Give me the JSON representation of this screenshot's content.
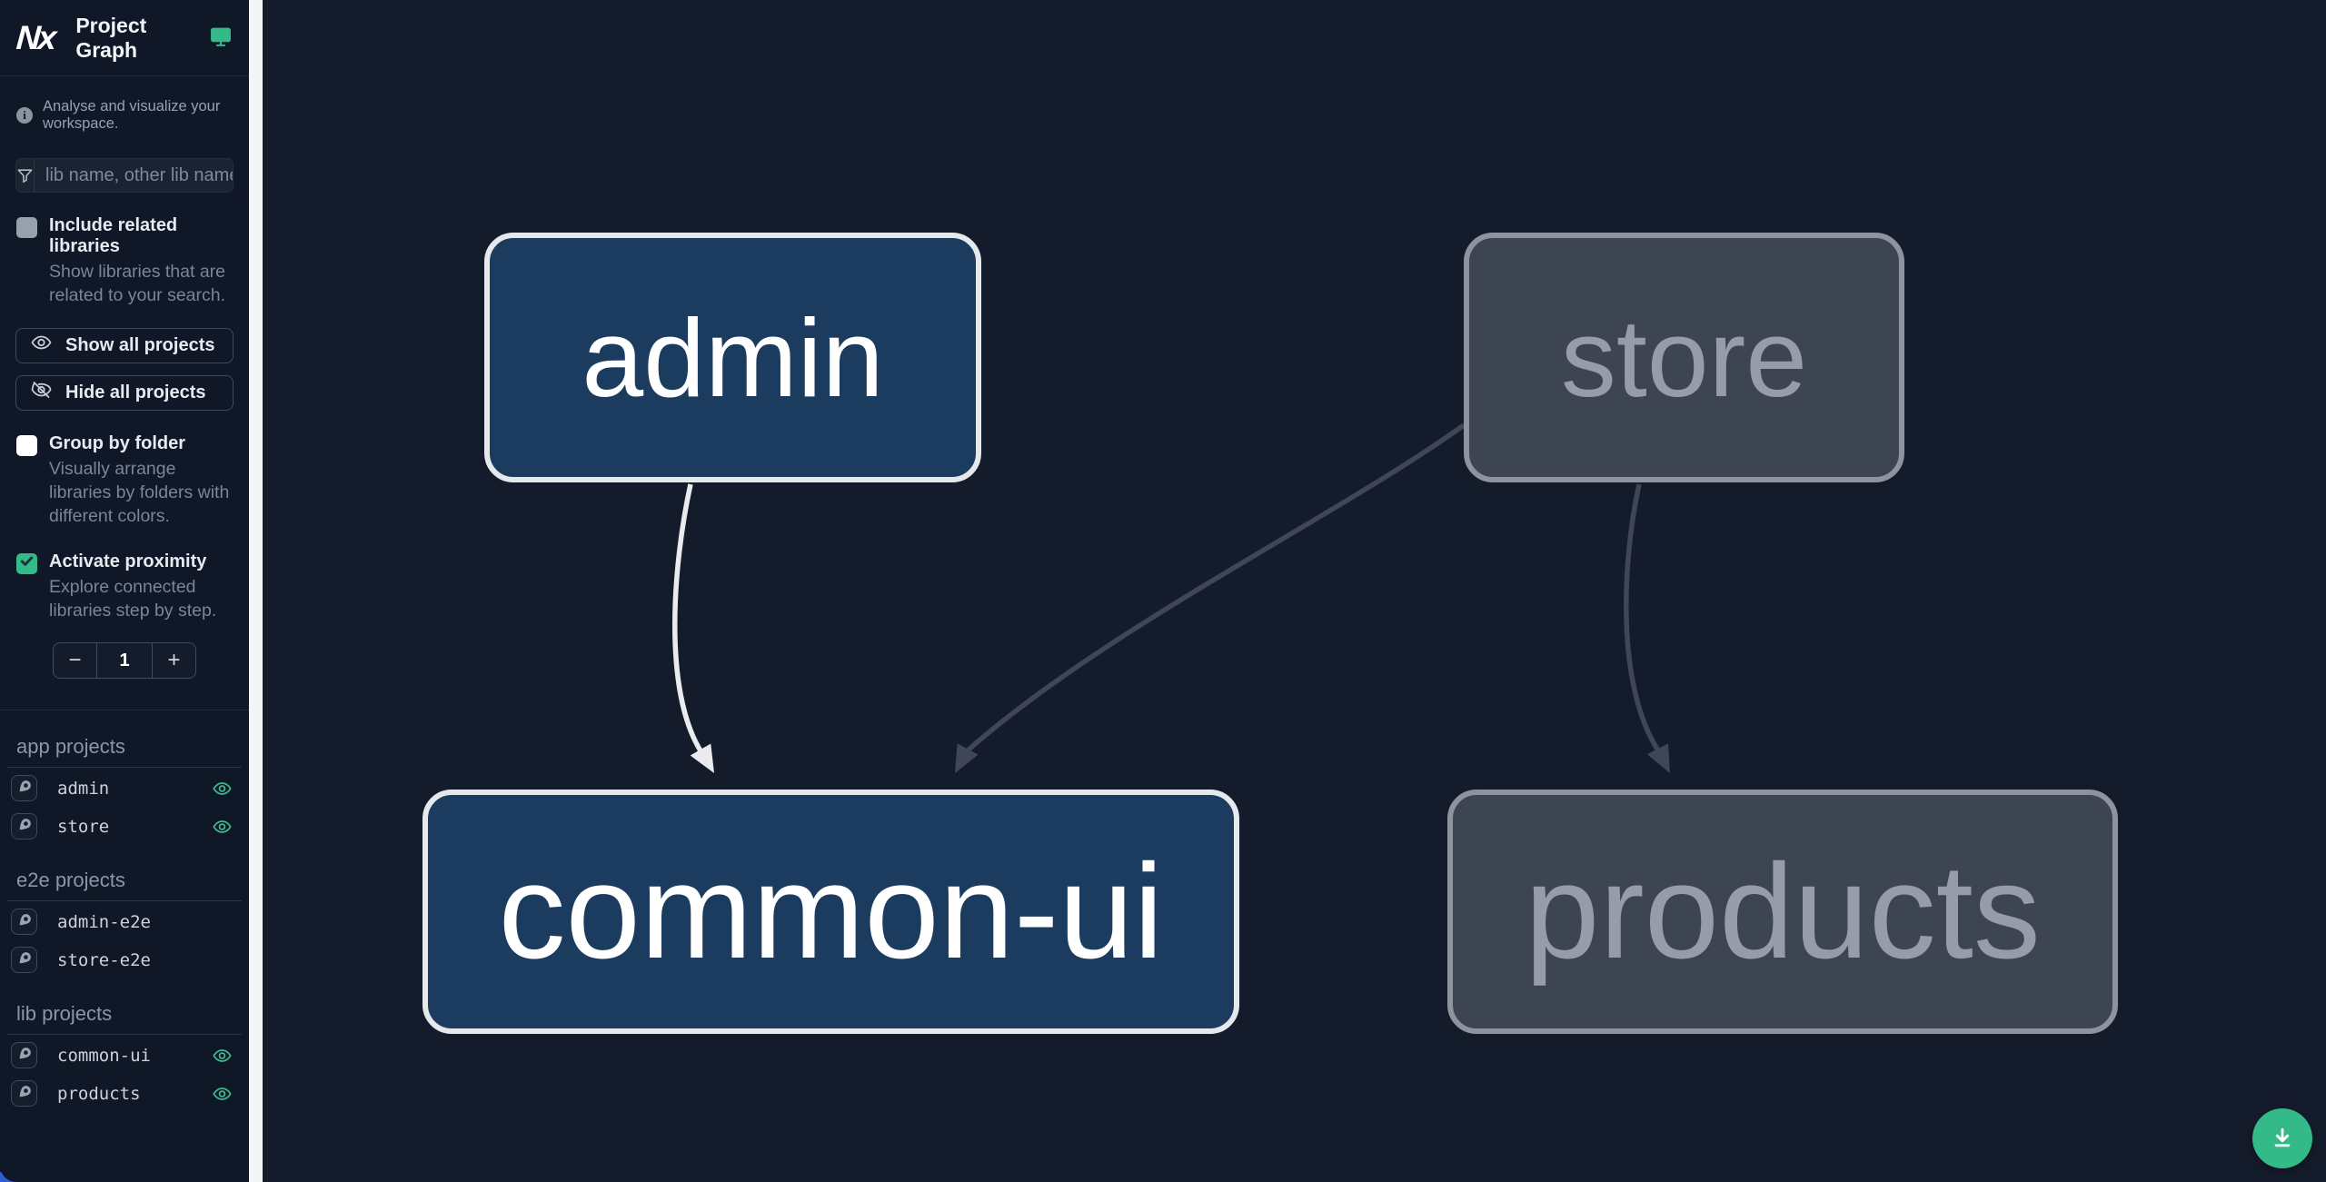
{
  "header": {
    "logo_text": "Nx",
    "title": "Project Graph"
  },
  "intro": {
    "text": "Analyse and visualize your workspace."
  },
  "search": {
    "placeholder": "lib name, other lib name"
  },
  "options": {
    "include_related": {
      "label": "Include related libraries",
      "description": "Show libraries that are related to your search.",
      "checked": false
    },
    "group_by_folder": {
      "label": "Group by folder",
      "description": "Visually arrange libraries by folders with different colors.",
      "checked": false
    },
    "activate_proximity": {
      "label": "Activate proximity",
      "description": "Explore connected libraries step by step.",
      "checked": true
    }
  },
  "actions": {
    "show_all": "Show all projects",
    "hide_all": "Hide all projects"
  },
  "stepper": {
    "decrement": "−",
    "value": "1",
    "increment": "+"
  },
  "sections": [
    {
      "title": "app projects",
      "items": [
        {
          "name": "admin",
          "visible": true
        },
        {
          "name": "store",
          "visible": true
        }
      ]
    },
    {
      "title": "e2e projects",
      "items": [
        {
          "name": "admin-e2e",
          "visible": false
        },
        {
          "name": "store-e2e",
          "visible": false
        }
      ]
    },
    {
      "title": "lib projects",
      "items": [
        {
          "name": "common-ui",
          "visible": true
        },
        {
          "name": "products",
          "visible": true
        }
      ]
    }
  ],
  "graph": {
    "nodes": [
      {
        "id": "admin",
        "label": "admin",
        "state": "focused"
      },
      {
        "id": "store",
        "label": "store",
        "state": "unfocused"
      },
      {
        "id": "common-ui",
        "label": "common-ui",
        "state": "focused"
      },
      {
        "id": "products",
        "label": "products",
        "state": "unfocused"
      }
    ],
    "edges": [
      {
        "source": "admin",
        "target": "common-ui",
        "highlighted": true
      },
      {
        "source": "store",
        "target": "common-ui",
        "highlighted": false
      },
      {
        "source": "store",
        "target": "products",
        "highlighted": false
      }
    ]
  },
  "colors": {
    "accent_teal": "#34b989",
    "node_focused_bg": "#1c3c5f",
    "node_focused_border": "#e6e9ec",
    "node_unfocused_bg": "#3d4452",
    "node_unfocused_border": "#8e949e",
    "edge_highlight": "#e9ebee",
    "edge_default": "#3f4757",
    "sidebar_bg": "#101726",
    "canvas_bg": "#141b2b",
    "gutter": "#f3f5f7",
    "blue_strip": "#2e5ed6"
  }
}
